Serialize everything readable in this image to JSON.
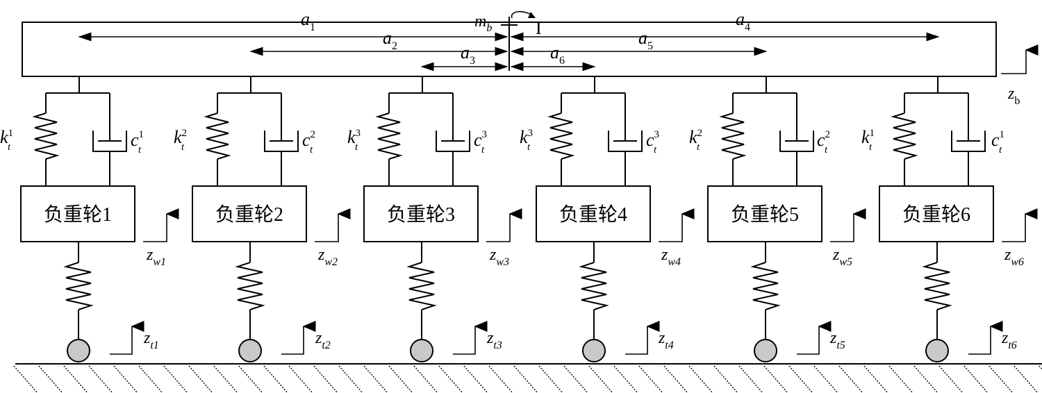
{
  "body": {
    "mass_label": "m",
    "mass_sub": "b",
    "inertia_label": "I",
    "disp_label": "z",
    "disp_sub": "b"
  },
  "distances": [
    {
      "main": "a",
      "sub": "1"
    },
    {
      "main": "a",
      "sub": "2"
    },
    {
      "main": "a",
      "sub": "3"
    },
    {
      "main": "a",
      "sub": "4"
    },
    {
      "main": "a",
      "sub": "5"
    },
    {
      "main": "a",
      "sub": "6"
    }
  ],
  "units": [
    {
      "wheel": "负重轮1",
      "k_sup": "1",
      "c_sup": "1",
      "zw_sub": "w1",
      "zt_sub": "t1"
    },
    {
      "wheel": "负重轮2",
      "k_sup": "2",
      "c_sup": "2",
      "zw_sub": "w2",
      "zt_sub": "t2"
    },
    {
      "wheel": "负重轮3",
      "k_sup": "3",
      "c_sup": "3",
      "zw_sub": "w3",
      "zt_sub": "t3"
    },
    {
      "wheel": "负重轮4",
      "k_sup": "3",
      "c_sup": "3",
      "zw_sub": "w4",
      "zt_sub": "t4"
    },
    {
      "wheel": "负重轮5",
      "k_sup": "2",
      "c_sup": "2",
      "zw_sub": "w5",
      "zt_sub": "t5"
    },
    {
      "wheel": "负重轮6",
      "k_sup": "1",
      "c_sup": "1",
      "zw_sub": "w6",
      "zt_sub": "t6"
    }
  ],
  "symbols": {
    "spring": "k",
    "spring_sub": "t",
    "damper": "c",
    "damper_sub": "t",
    "disp": "z"
  }
}
